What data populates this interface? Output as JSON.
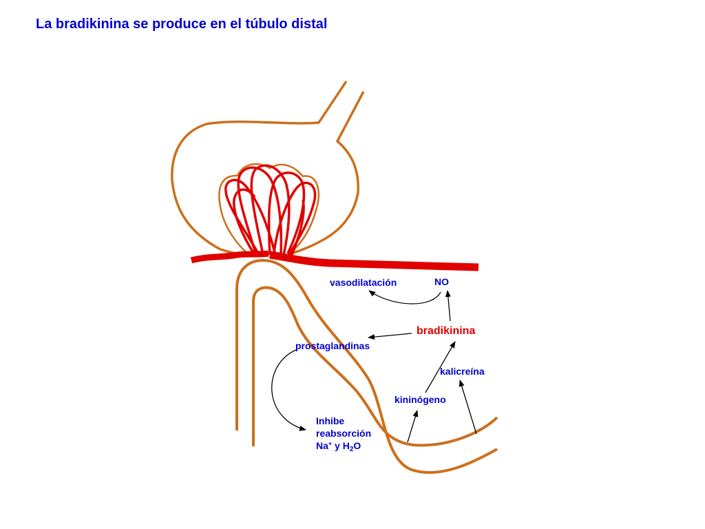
{
  "title": "La bradikinina se produce en el túbulo distal",
  "labels": {
    "vasodilatacion": "vasodilatación",
    "no": "NO",
    "bradikinina": "bradikinina",
    "prostaglandinas": "prostaglandinas",
    "kalicreina": "kalicreína",
    "kininogeno": "kininógeno",
    "inhibe_line1": "Inhibe",
    "inhibe_line2": "reabsorción",
    "inhibe_na": "Na",
    "inhibe_plus": "+",
    "inhibe_y_h": " y H",
    "inhibe_sub2": "2",
    "inhibe_o": "O"
  },
  "colors": {
    "title_text": "#0000cc",
    "label_text": "#0000cc",
    "bradikinina_text": "#e00000",
    "tubule": "#cc6f1c",
    "vessel": "#e00000",
    "arrow": "#000000"
  }
}
